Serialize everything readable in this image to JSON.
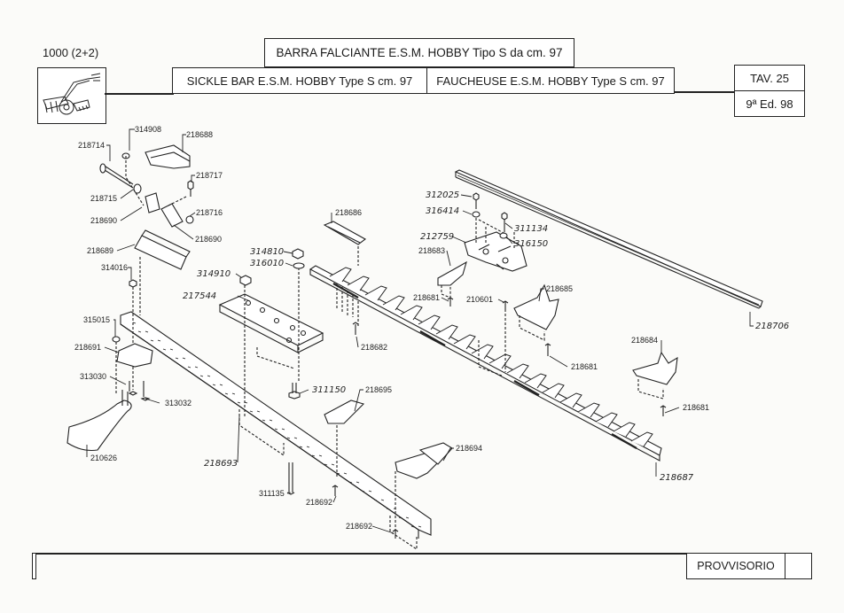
{
  "header": {
    "model": "1000 (2+2)",
    "title_it": "BARRA FALCIANTE E.S.M. HOBBY Tipo S da cm. 97",
    "title_en": "SICKLE BAR E.S.M. HOBBY Type S cm. 97",
    "title_fr": "FAUCHEUSE E.S.M. HOBBY  Type S cm. 97",
    "table": "TAV. 25",
    "edition": "9ª Ed. 98",
    "thumbnail_icon": "walking-tractor-icon"
  },
  "footer": {
    "status": "PROVVISORIO"
  },
  "parts": [
    {
      "id": "p1",
      "code": "314908"
    },
    {
      "id": "p2",
      "code": "218688"
    },
    {
      "id": "p3",
      "code": "218714"
    },
    {
      "id": "p4",
      "code": "218717"
    },
    {
      "id": "p5",
      "code": "218715"
    },
    {
      "id": "p6",
      "code": "218716"
    },
    {
      "id": "p7",
      "code": "218690"
    },
    {
      "id": "p8",
      "code": "218690"
    },
    {
      "id": "p9",
      "code": "218689"
    },
    {
      "id": "p10",
      "code": "314016"
    },
    {
      "id": "p11",
      "code": "315015"
    },
    {
      "id": "p12",
      "code": "218691"
    },
    {
      "id": "p13",
      "code": "313030"
    },
    {
      "id": "p14",
      "code": "313032"
    },
    {
      "id": "p15",
      "code": "210626"
    },
    {
      "id": "p16",
      "code": "218686"
    },
    {
      "id": "p17",
      "code": "314810"
    },
    {
      "id": "p18",
      "code": "316010"
    },
    {
      "id": "p19",
      "code": "314910"
    },
    {
      "id": "p20",
      "code": "217544"
    },
    {
      "id": "p21",
      "code": "218682"
    },
    {
      "id": "p22",
      "code": "311150"
    },
    {
      "id": "p23",
      "code": "218695"
    },
    {
      "id": "p24",
      "code": "218693"
    },
    {
      "id": "p25",
      "code": "311135"
    },
    {
      "id": "p26",
      "code": "218692"
    },
    {
      "id": "p27",
      "code": "218692"
    },
    {
      "id": "p28",
      "code": "218694"
    },
    {
      "id": "p29",
      "code": "312025"
    },
    {
      "id": "p30",
      "code": "316414"
    },
    {
      "id": "p31",
      "code": "311134"
    },
    {
      "id": "p32",
      "code": "316150"
    },
    {
      "id": "p33",
      "code": "212759"
    },
    {
      "id": "p34",
      "code": "218683"
    },
    {
      "id": "p35",
      "code": "218681"
    },
    {
      "id": "p36",
      "code": "210601"
    },
    {
      "id": "p37",
      "code": "218685"
    },
    {
      "id": "p38",
      "code": "218681"
    },
    {
      "id": "p39",
      "code": "218706"
    },
    {
      "id": "p40",
      "code": "218684"
    },
    {
      "id": "p41",
      "code": "218681"
    },
    {
      "id": "p42",
      "code": "218687"
    }
  ]
}
